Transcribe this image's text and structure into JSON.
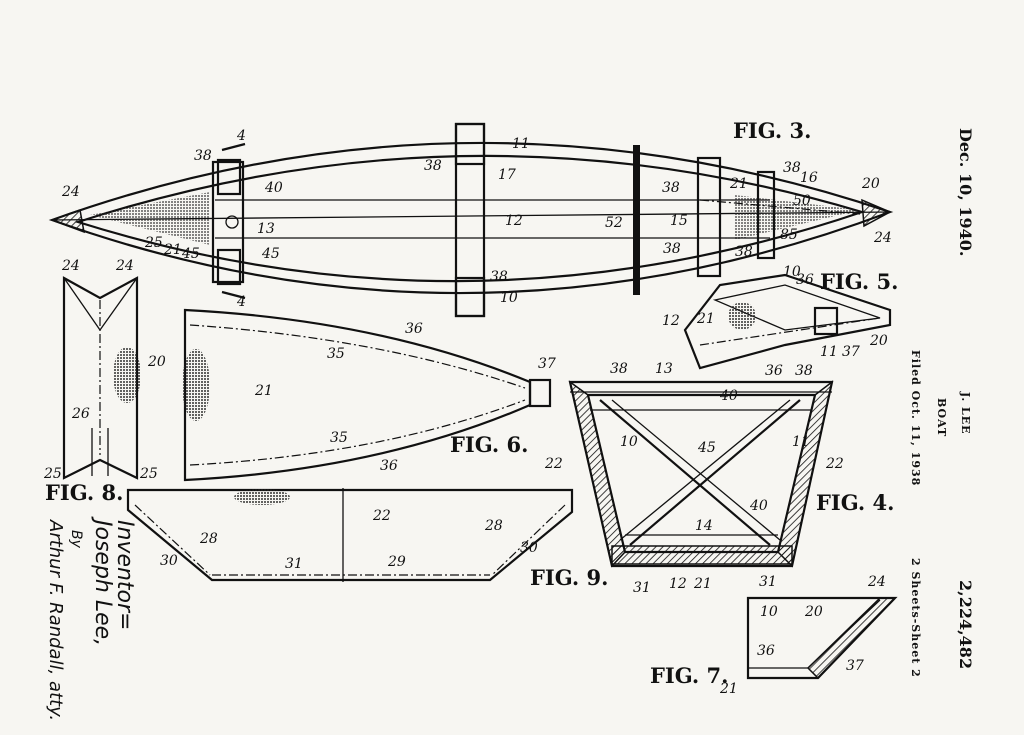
{
  "header": {
    "date": "Dec. 10, 1940.",
    "inventor": "J. LEE",
    "title": "BOAT",
    "filed": "Filed Oct. 11, 1938",
    "sheets": "2 Sheets-Sheet 2",
    "patent_number": "2,224,482"
  },
  "figures": {
    "fig3": "FIG. 3.",
    "fig4": "FIG. 4.",
    "fig5": "FIG. 5.",
    "fig6": "FIG. 6.",
    "fig7": "FIG. 7.",
    "fig8": "FIG. 8.",
    "fig9": "FIG. 9."
  },
  "signature": {
    "inventor_label": "Inventor=",
    "inventor_name": "Joseph Lee,",
    "by": "By",
    "attorney": "Arthur F. Randall, atty."
  },
  "refs": {
    "r4": "4",
    "r10": "10",
    "r11": "11",
    "r12": "12",
    "r13": "13",
    "r14": "14",
    "r15": "15",
    "r16": "16",
    "r17": "17",
    "r20": "20",
    "r21": "21",
    "r22": "22",
    "r24": "24",
    "r25": "25",
    "r26": "26",
    "r28": "28",
    "r29": "29",
    "r30": "30",
    "r31": "31",
    "r35": "35",
    "r36": "36",
    "r37": "37",
    "r38": "38",
    "r40": "40",
    "r45": "45",
    "r50": "50",
    "r52": "52",
    "r85": "85"
  }
}
